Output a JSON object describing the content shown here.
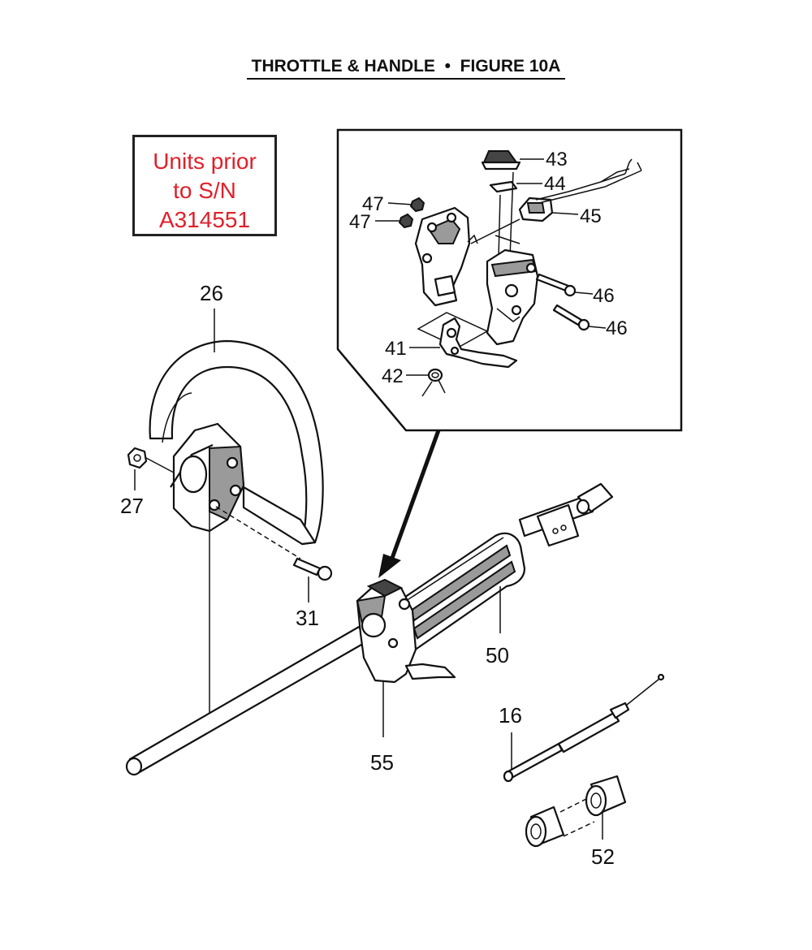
{
  "figure": {
    "title": "THROTTLE & HANDLE",
    "separator": "•",
    "figure_label": "FIGURE 10",
    "figure_suffix": "A"
  },
  "notice": {
    "line1": "Units prior",
    "line2": "to S/N",
    "line3": "A314551",
    "color": "#e0202a"
  },
  "callouts": {
    "p43": "43",
    "p44": "44",
    "p45": "45",
    "p47a": "47",
    "p47b": "47",
    "p46a": "46",
    "p46b": "46",
    "p41": "41",
    "p42": "42",
    "p26": "26",
    "p27": "27",
    "p31": "31",
    "p50": "50",
    "p55": "55",
    "p16": "16",
    "p52": "52"
  }
}
